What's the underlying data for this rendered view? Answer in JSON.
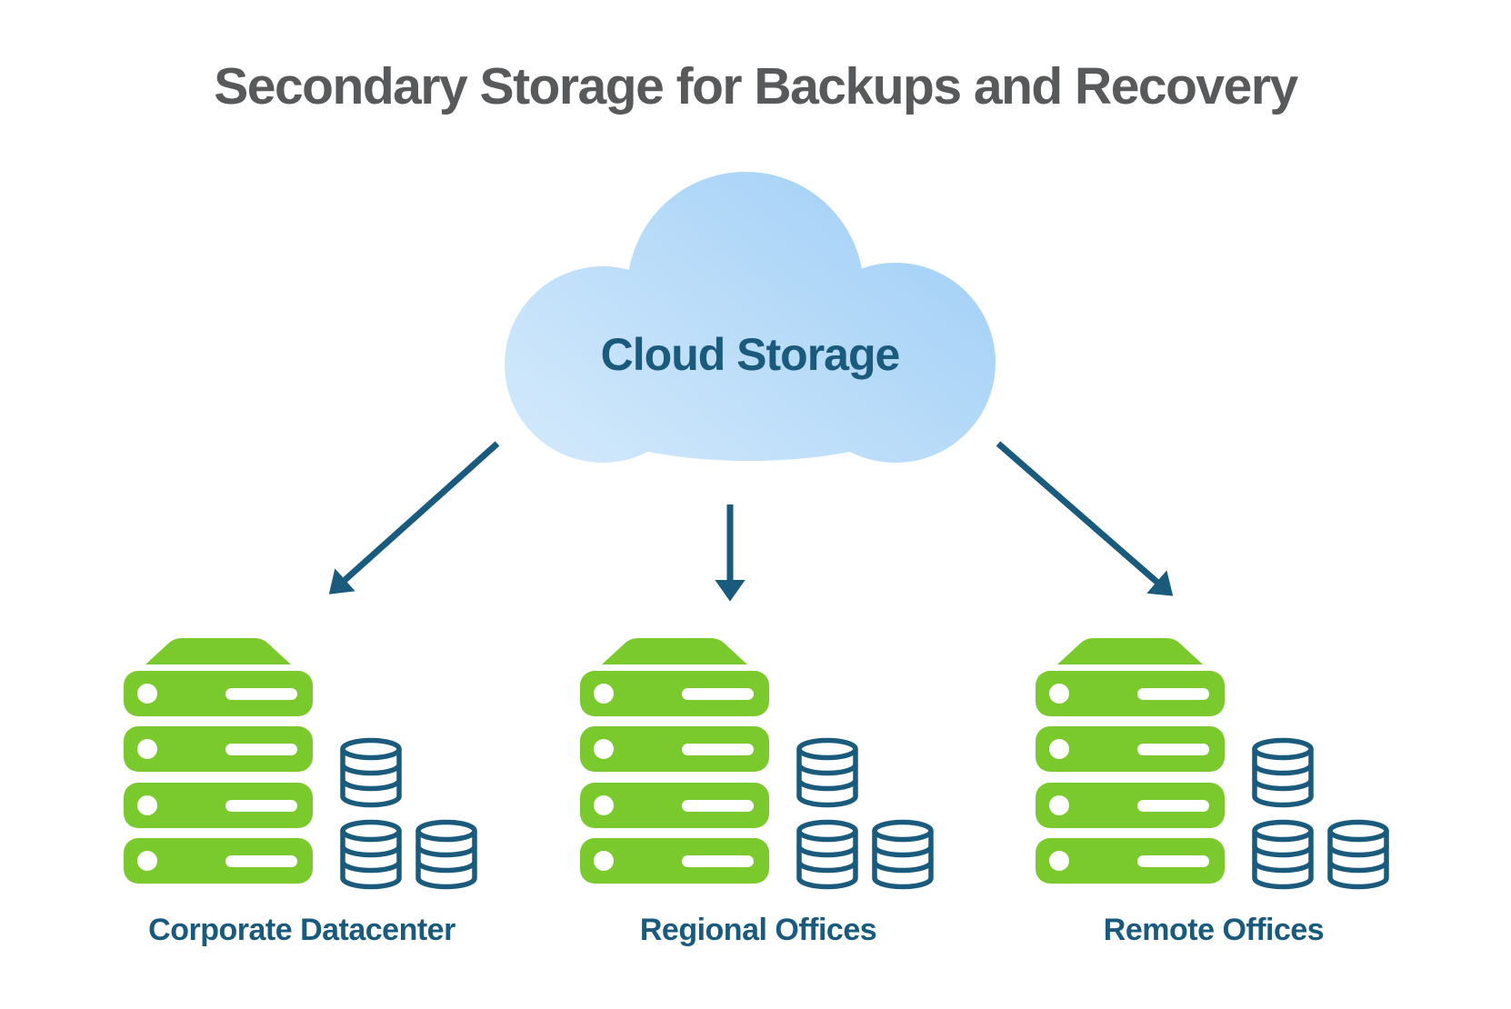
{
  "title": "Secondary Storage for Backups and Recovery",
  "cloud": {
    "label": "Cloud Storage",
    "icon": "cloud-icon"
  },
  "sites": [
    {
      "label": "Corporate Datacenter",
      "icons": [
        "server-stack-icon",
        "database-stack-icon"
      ]
    },
    {
      "label": "Regional Offices",
      "icons": [
        "server-stack-icon",
        "database-stack-icon"
      ]
    },
    {
      "label": "Remote Offices",
      "icons": [
        "server-stack-icon",
        "database-stack-icon"
      ]
    }
  ],
  "arrows": [
    {
      "name": "arrow-to-corporate-datacenter",
      "direction": "down-left"
    },
    {
      "name": "arrow-to-regional-offices",
      "direction": "down"
    },
    {
      "name": "arrow-to-remote-offices",
      "direction": "down-right"
    }
  ],
  "colors": {
    "background": "#ffffff",
    "titleGray": "#58595a",
    "teal": "#1a5b7d",
    "green": "#7bca2d",
    "cloudTop": "#a8d3f7",
    "cloudBottom": "#cfe7fb"
  }
}
